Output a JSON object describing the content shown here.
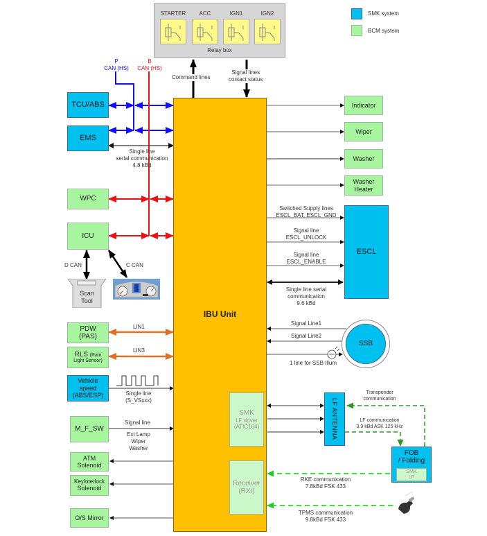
{
  "legend": [
    {
      "label": "SMK system",
      "color": "#00c0f0"
    },
    {
      "label": "BCM system",
      "color": "#a8f5a0"
    }
  ],
  "relay_box": {
    "title": "Relay box",
    "relays": [
      "STARTER",
      "ACC",
      "IGN1",
      "IGN2"
    ],
    "relay_color": "#fff98a",
    "box_color": "#d6d6d6"
  },
  "top_links": {
    "command": "Command lines",
    "signal_line1": "Signal lines",
    "signal_line2": "contact status"
  },
  "buses": {
    "p_can": {
      "line1": "P",
      "line2": "CAN (HS)",
      "color": "#1010ff"
    },
    "b_can": {
      "line1": "B",
      "line2": "CAN (HS)",
      "color": "#ee1111"
    }
  },
  "ibu": {
    "label": "IBU Unit",
    "color": "#ffc000"
  },
  "left_modules": {
    "tcu_abs": "TCU/ABS",
    "ems": "EMS",
    "ems_serial": [
      "Single line",
      "serial communication",
      "4.8 kBd"
    ],
    "wpc": "WPC",
    "icu": "ICU",
    "d_can": "D CAN",
    "c_can": "C CAN",
    "scan_tool": [
      "Scan",
      "Tool"
    ],
    "pdw": [
      "PDW",
      "(PAS)"
    ],
    "lin1": "LIN1",
    "rls": [
      "RLS",
      "(Rain",
      "Light Sensor)"
    ],
    "lin3": "LIN3",
    "vehicle_speed": [
      "Vehicle",
      "speed",
      "(ABS/ESP)"
    ],
    "vs_line": [
      "Single line",
      "(S_VSxxx)"
    ],
    "mfsw": "M_F_SW",
    "mfsw_line": "Signal line",
    "mfsw_funcs": [
      "Ext Lamp",
      "Wiper",
      "Washer"
    ],
    "atm": [
      "ATM",
      "Solenoid"
    ],
    "keyinterlock": [
      "KeyInterlock",
      "Solenoid"
    ],
    "os_mirror": "O/S Mirror"
  },
  "right_modules": {
    "indicator": "Indicator",
    "wiper": "Wiper",
    "washer": "Washer",
    "washer_heater": [
      "Washer",
      "Heater"
    ],
    "escl": "ESCL",
    "escl_supply": [
      "Switched Supply lines",
      "ESCL_BAT, ESCL_GND"
    ],
    "escl_unlock": [
      "Signal line",
      "ESCL_UNLOCK"
    ],
    "escl_enable": [
      "Signal line",
      "ESCL_ENABLE"
    ],
    "escl_serial": [
      "Single line serial",
      "communication",
      "9.6 kBd"
    ],
    "ssb": "SSB",
    "ssb_line1": "Signal Line1",
    "ssb_line2": "Signal Line2",
    "ssb_illum": "1 line for SSB Illum",
    "smk_driver": [
      "SMK",
      "LF driver",
      "(ATIC164)"
    ],
    "lf_antenna": "LF ANTENNA",
    "transponder": [
      "Transponder",
      "communication"
    ],
    "lf_comm": [
      "LF communication",
      "3.9 kBd ASK 125 kHz"
    ],
    "fob": [
      "FOB",
      "/ Folding"
    ],
    "fob_smk": [
      "SMK",
      "LF"
    ],
    "receiver": [
      "Receiver",
      "(RXI)"
    ],
    "rke": [
      "RKE communication",
      "7.8kBd FSK 433"
    ],
    "tpms": [
      "TPMS communication",
      "9.8kBd FSK 433"
    ]
  }
}
